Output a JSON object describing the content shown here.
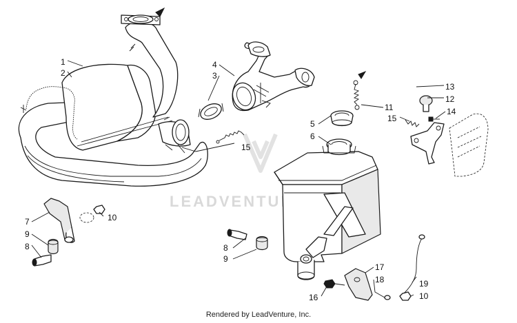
{
  "callouts": {
    "c1": "1",
    "c2": "2",
    "c3": "3",
    "c4": "4",
    "c5": "5",
    "c6": "6",
    "c7": "7",
    "c8a": "8",
    "c8b": "8",
    "c9a": "9",
    "c9b": "9",
    "c10a": "10",
    "c10b": "10",
    "c11": "11",
    "c12": "12",
    "c13": "13",
    "c14": "14",
    "c15a": "15",
    "c15b": "15",
    "c16": "16",
    "c17": "17",
    "c18": "18",
    "c19": "19"
  },
  "watermark": "LEADVENTURE",
  "footer": "Rendered by LeadVenture, Inc.",
  "colors": {
    "ink": "#1a1a1a",
    "watermark": "#d9d9d9"
  }
}
